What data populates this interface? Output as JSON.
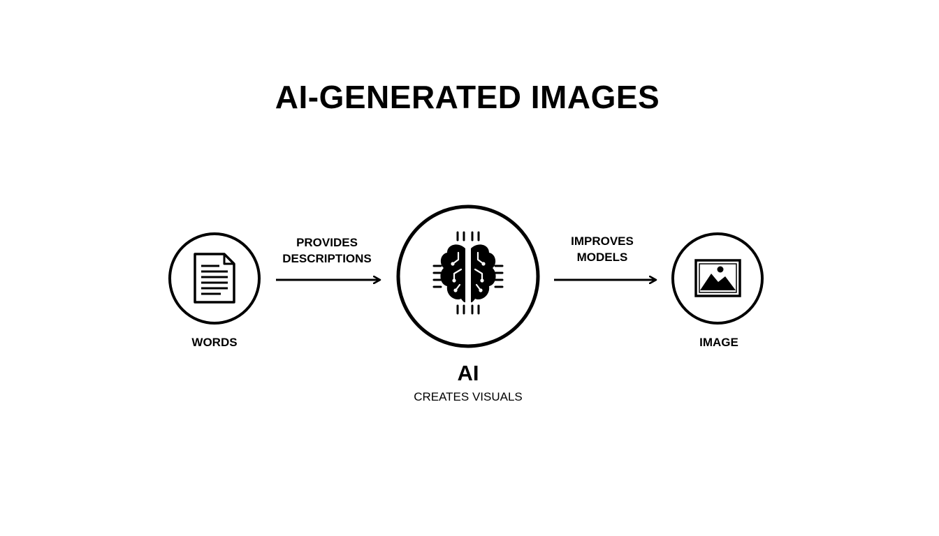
{
  "title": "AI-GENERATED IMAGES",
  "nodes": {
    "words": {
      "label": "WORDS",
      "icon": "document-icon"
    },
    "ai": {
      "label": "AI",
      "caption": "CREATES VISUALS",
      "icon": "brain-chip-icon"
    },
    "image": {
      "label": "IMAGE",
      "icon": "picture-icon"
    }
  },
  "edges": {
    "words_to_ai": {
      "line1": "PROVIDES",
      "line2": "DESCRIPTIONS"
    },
    "ai_to_image": {
      "line1": "IMPROVES",
      "line2": "MODELS"
    }
  },
  "colors": {
    "ink": "#000000",
    "background": "#ffffff"
  }
}
